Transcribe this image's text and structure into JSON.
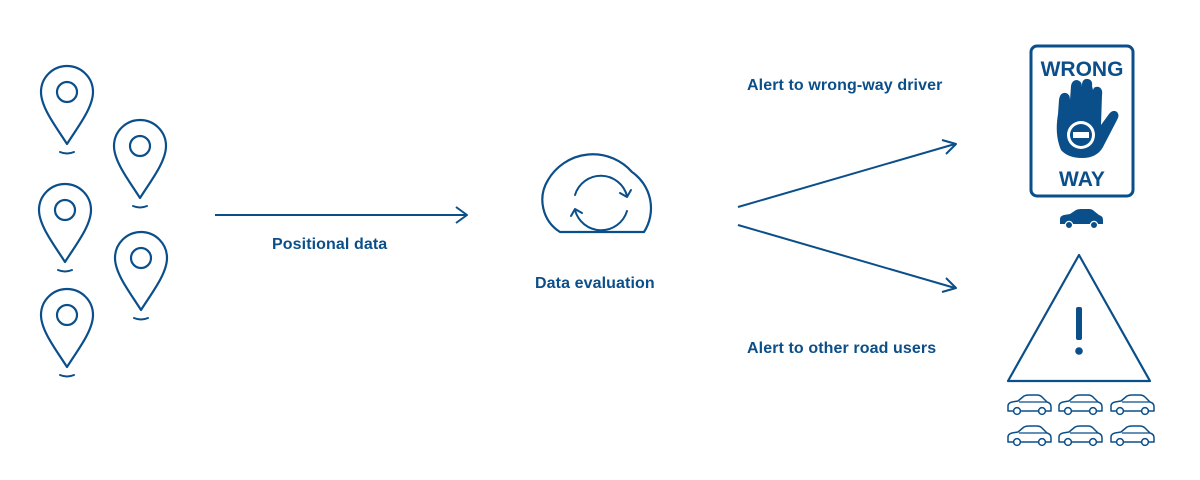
{
  "labels": {
    "positional_data": "Positional data",
    "data_evaluation": "Data evaluation",
    "alert_wrong_way": "Alert to wrong-way driver",
    "alert_other_users": "Alert to other road users"
  },
  "sign": {
    "top_text": "WRONG",
    "bottom_text": "WAY"
  },
  "icons": {
    "location_pins": "location-pin-icon",
    "cloud": "cloud-sync-icon",
    "wrong_way_sign": "wrong-way-sign-icon",
    "warning_triangle": "warning-triangle-icon",
    "car": "car-icon"
  },
  "colors": {
    "primary": "#0b4f8a",
    "background": "#ffffff"
  }
}
